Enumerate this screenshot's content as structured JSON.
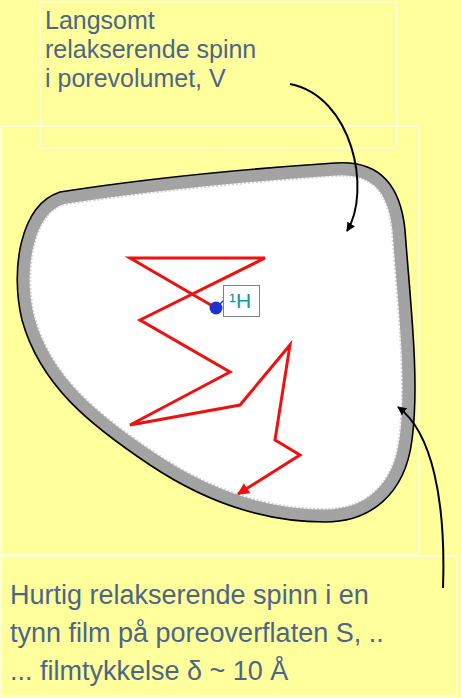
{
  "diagram": {
    "nodes": [
      {
        "text": [
          "¹H"
        ]
      }
    ],
    "labels": [
      "Langsomt relakserende spinn i porevolumet, V",
      "Hurtig relakserende spinn i en tynn film på poreoverflaten S, .. ... filmtykkelse δ ~ 10 Å"
    ]
  }
}
